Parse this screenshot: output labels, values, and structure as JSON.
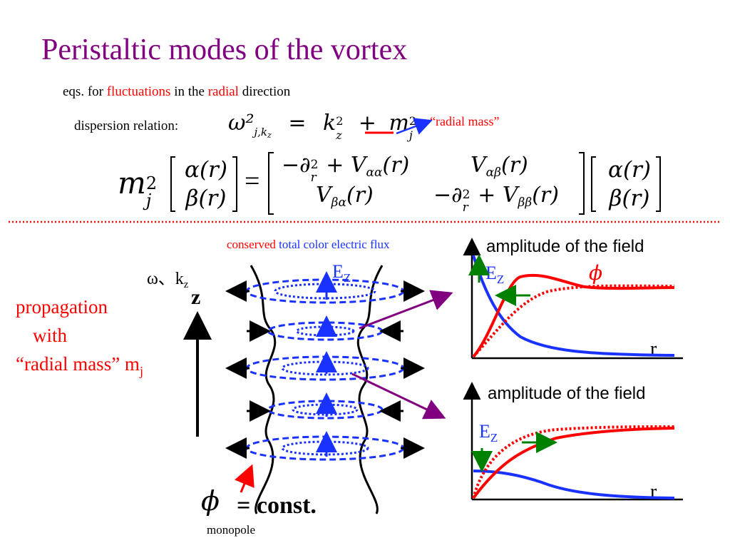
{
  "title": "Peristaltic modes of the vortex",
  "line1": {
    "prefix": "eqs. for ",
    "word1": "fluctuations",
    "middle": " in the ",
    "word2": "radial",
    "suffix": " direction"
  },
  "dispersion": {
    "label": "dispersion relation:",
    "lhs": "ω²",
    "lhs_sub": "j,k",
    "lhs_subsub": "z",
    "eq": "=",
    "k": "k",
    "k_sub": "z",
    "k_sup": "2",
    "plus": "+",
    "m": "m",
    "m_sub": "j",
    "m_sup": "2"
  },
  "radial_mass_note": "“radial mass”",
  "matrix": {
    "m": "m",
    "m_sub": "j",
    "m_sup": "2",
    "vec": [
      "α(r)",
      "β(r)"
    ],
    "eq": "=",
    "a11": "−∂²_r + V_αα(r)",
    "a11_main": "−∂",
    "a11_sup": "2",
    "a11_sub": "r",
    "a11_rest": " + V",
    "a11_v_sub": "αα",
    "a11_end": "(r)",
    "a12_main": "V",
    "a12_sub": "αβ",
    "a12_end": "(r)",
    "a21_main": "V",
    "a21_sub": "βα",
    "a21_end": "(r)",
    "a22_main": "−∂",
    "a22_sup": "2",
    "a22_sub": "r",
    "a22_rest": " + V",
    "a22_v_sub": "ββ",
    "a22_end": "(r)"
  },
  "propagation": {
    "line1": "propagation",
    "line2": "with",
    "line3": "“radial mass” m",
    "line3_sub": "j"
  },
  "omega_label": "ω、k",
  "omega_sub": "z",
  "z_label": "z",
  "flux": {
    "word1": "conserved",
    "rest": " total color electric flux"
  },
  "ez_label": "E",
  "ez_sub": "Z",
  "plot_top": {
    "title": "amplitude of the field",
    "ez": "E",
    "ez_sub": "Z",
    "phi": "ϕ",
    "r": "r"
  },
  "plot_bottom": {
    "title": "amplitude of the field",
    "ez": "E",
    "ez_sub": "Z",
    "r": "r"
  },
  "const": "= const.",
  "phi": "ϕ",
  "monopole": "monopole",
  "colors": {
    "title": "#800080",
    "accent_red": "#ff0000",
    "flux_blue": "#1a32ff",
    "green": "#008000",
    "purple": "#800080"
  }
}
